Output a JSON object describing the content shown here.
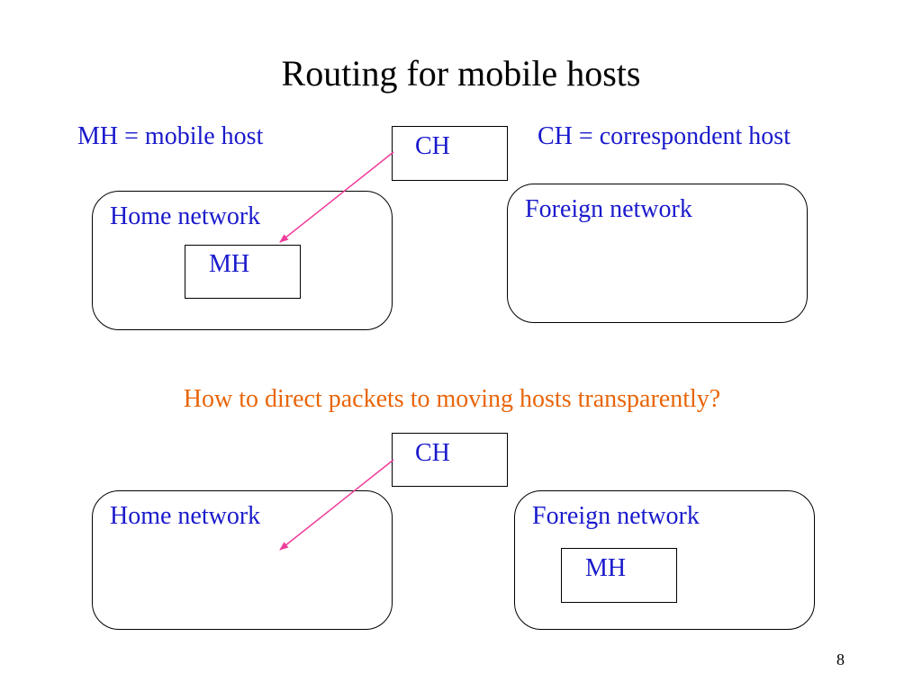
{
  "slide": {
    "title": "Routing for mobile hosts",
    "page_number": "8"
  },
  "legend": {
    "mh_definition": "MH = mobile host",
    "ch_definition": "CH = correspondent host"
  },
  "question": "How to direct packets to moving hosts transparently?",
  "diagram_top": {
    "ch_label": "CH",
    "home_network_label": "Home network",
    "mh_label": "MH",
    "foreign_network_label": "Foreign network"
  },
  "diagram_bottom": {
    "ch_label": "CH",
    "home_network_label": "Home network",
    "foreign_network_label": "Foreign network",
    "mh_label": "MH"
  },
  "colors": {
    "text": "#000000",
    "label_blue": "#1a1acc",
    "question_orange": "#e8650a",
    "arrow_pink": "#ee3c9a"
  }
}
